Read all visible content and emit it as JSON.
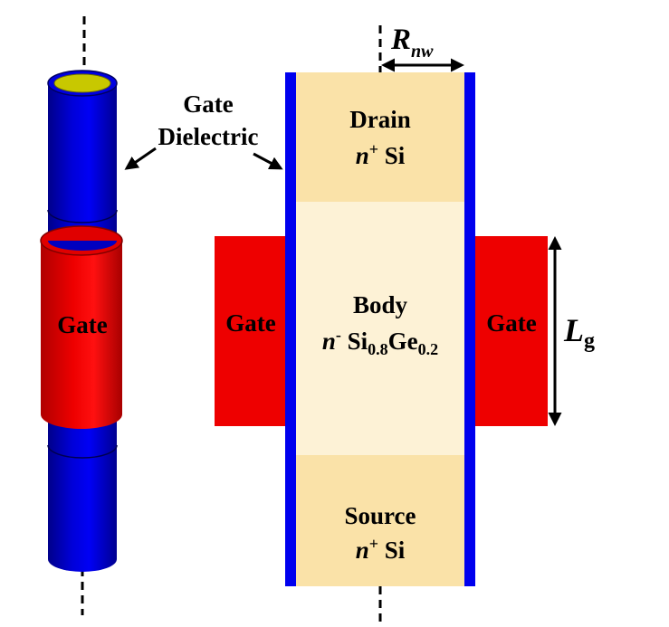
{
  "colors": {
    "dielectric": "#0000ee",
    "gate": "#ee0000",
    "doped_region": "#fae2a8",
    "body_region": "#fdf2d6",
    "core_top": "#c8c800"
  },
  "labels": {
    "gate_dielectric_line1": "Gate",
    "gate_dielectric_line2": "Dielectric",
    "gate_3d": "Gate",
    "gate_left": "Gate",
    "gate_right": "Gate",
    "drain_title": "Drain",
    "drain_n": "n",
    "drain_sup": "+",
    "drain_material": " Si",
    "body_title": "Body",
    "body_n": "n",
    "body_sup": "-",
    "body_si": " Si",
    "body_si_sub": "0.8",
    "body_ge": "Ge",
    "body_ge_sub": "0.2",
    "source_title": "Source",
    "source_n": "n",
    "source_sup": "+",
    "source_material": " Si",
    "radius_R": "R",
    "radius_sub": "nw",
    "length_L": "L",
    "length_sub": "g"
  }
}
